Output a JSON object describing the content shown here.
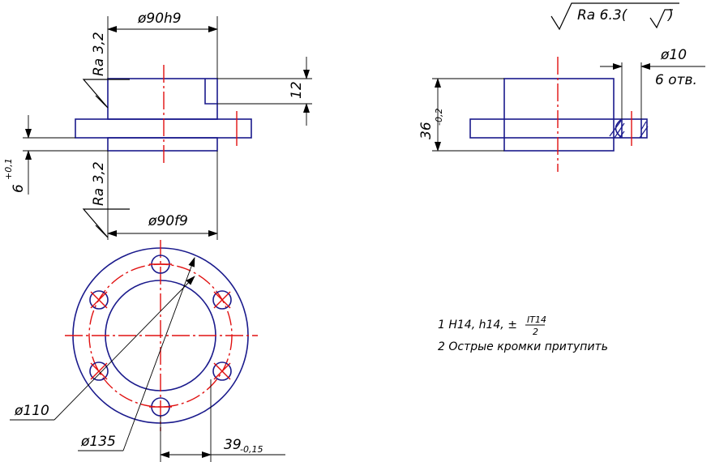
{
  "dimensions": {
    "top_fit": "ø90h9",
    "bottom_fit": "ø90f9",
    "thickness_12": "12",
    "flange_6": "6",
    "flange_6_tol": "+0,1",
    "height_36": "36",
    "height_36_tol": "-0,2",
    "hole_dia": "ø10",
    "hole_count": "6 отв.",
    "dia_110": "ø110",
    "dia_135": "ø135",
    "offset_39": "39",
    "offset_39_tol": "-0,15"
  },
  "roughness": {
    "top": "Ra 3,2",
    "bottom": "Ra 3,2",
    "general": "Ra 6.3(",
    "general_close": ")"
  },
  "notes": {
    "line1_prefix": "1 H14, h14, ±",
    "line1_num": "IT14",
    "line1_den": "2",
    "line2": "2 Острые кромки притупить"
  }
}
